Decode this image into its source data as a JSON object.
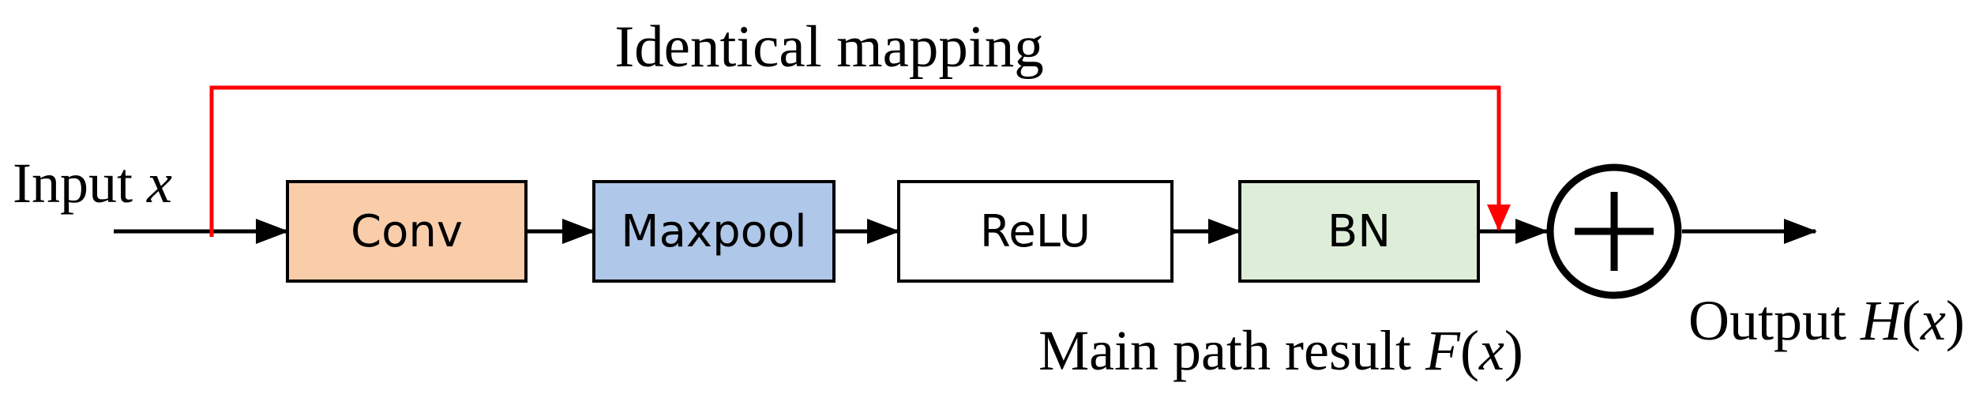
{
  "diagram": {
    "skip_label": "Identical mapping",
    "input": {
      "prefix": "Input ",
      "var": "x"
    },
    "output": {
      "prefix": "Output ",
      "func": "H",
      "open": "(",
      "var": "x",
      "close": ")"
    },
    "main_path": {
      "prefix": "Main path result ",
      "func": "F",
      "open": "(",
      "var": "x",
      "close": ")"
    },
    "blocks": [
      {
        "id": "conv",
        "label": "Conv",
        "fill": "#FACDAA"
      },
      {
        "id": "maxpool",
        "label": "Maxpool",
        "fill": "#AFC7E8"
      },
      {
        "id": "relu",
        "label": "ReLU",
        "fill": "#FFFFFF"
      },
      {
        "id": "bn",
        "label": "BN",
        "fill": "#DEEDD8"
      }
    ],
    "colors": {
      "skip_line": "#FF0000",
      "line": "#000000"
    }
  }
}
